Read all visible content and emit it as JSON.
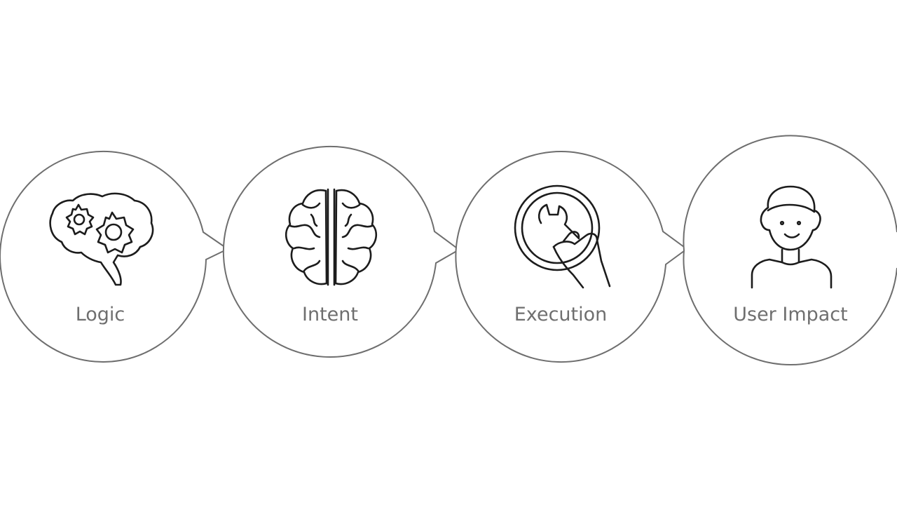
{
  "steps": [
    {
      "label": "Logic",
      "icon": "brain-gears-icon"
    },
    {
      "label": "Intent",
      "icon": "brain-icon"
    },
    {
      "label": "Execution",
      "icon": "hand-wrench-icon"
    },
    {
      "label": "User Impact",
      "icon": "user-icon"
    }
  ],
  "colors": {
    "outline": "#6e6e6e",
    "icon": "#1c1c1c",
    "label": "#6f6f6f"
  }
}
